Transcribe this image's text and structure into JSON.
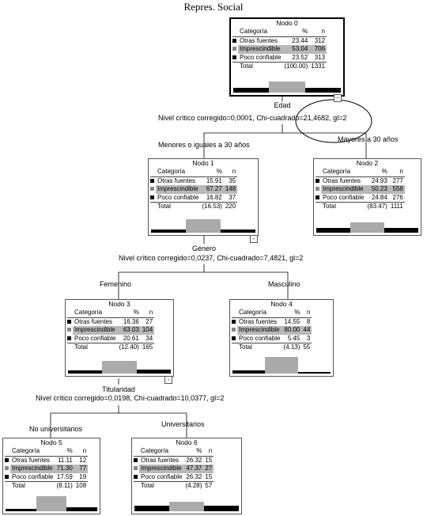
{
  "title": "Repres. Social",
  "header": {
    "category": "Categoría",
    "percent": "%",
    "n": "n",
    "total": "Total"
  },
  "categories": [
    "Otras fuentes",
    "Imprescindible",
    "Poco confiable"
  ],
  "nodes": [
    {
      "id": 0,
      "title": "Nodo 0",
      "pct": [
        "23.44",
        "53.04",
        "23.52"
      ],
      "n": [
        "312",
        "706",
        "313"
      ],
      "total_pct": "(100.00)",
      "total_n": "1331",
      "bar_values": [
        23.44,
        53.04,
        23.52
      ],
      "collapse": "-"
    },
    {
      "id": 1,
      "title": "Nodo 1",
      "pct": [
        "15.91",
        "67.27",
        "16.82"
      ],
      "n": [
        "35",
        "148",
        "37"
      ],
      "total_pct": "(16.53)",
      "total_n": "220",
      "bar_values": [
        15.91,
        67.27,
        16.82
      ],
      "collapse": "-"
    },
    {
      "id": 2,
      "title": "Nodo 2",
      "pct": [
        "24.93",
        "50.23",
        "24.84"
      ],
      "n": [
        "277",
        "558",
        "276"
      ],
      "total_pct": "(83.47)",
      "total_n": "1111",
      "bar_values": [
        24.93,
        50.23,
        24.84
      ]
    },
    {
      "id": 3,
      "title": "Nodo 3",
      "pct": [
        "16.36",
        "63.03",
        "20.61"
      ],
      "n": [
        "27",
        "104",
        "34"
      ],
      "total_pct": "(12.40)",
      "total_n": "165",
      "bar_values": [
        16.36,
        63.03,
        20.61
      ],
      "collapse": "-"
    },
    {
      "id": 4,
      "title": "Nodo 4",
      "pct": [
        "14.55",
        "80.00",
        "5.45"
      ],
      "n": [
        "8",
        "44",
        "3"
      ],
      "total_pct": "(4.13)",
      "total_n": "55",
      "bar_values": [
        14.55,
        80.0,
        5.45
      ]
    },
    {
      "id": 5,
      "title": "Nodo 5",
      "pct": [
        "11.11",
        "71.30",
        "17.59"
      ],
      "n": [
        "12",
        "77",
        "19"
      ],
      "total_pct": "(8.11)",
      "total_n": "108",
      "bar_values": [
        11.11,
        71.3,
        17.59
      ]
    },
    {
      "id": 6,
      "title": "Nodo 6",
      "pct": [
        "26.32",
        "47.37",
        "26.32"
      ],
      "n": [
        "15",
        "27",
        "15"
      ],
      "total_pct": "(4.28)",
      "total_n": "57",
      "bar_values": [
        26.32,
        47.37,
        26.32
      ]
    }
  ],
  "splits": [
    {
      "variable": "Edad",
      "stat": "Nivel crítico corregido=0,0001, Chi-cuadrado=21,4682, gl=2",
      "left_branch": "Menores o iguales a 30 años",
      "right_branch": "Mayores a 30 años"
    },
    {
      "variable": "Género",
      "stat": "Nivel crítico corregido=0,0237, Chi-cuadrado=7,4821, gl=2",
      "left_branch": "Femenino",
      "right_branch": "Masculino"
    },
    {
      "variable": "Titularidad",
      "stat": "Nivel crítico corregido=0,0198, Chi-cuadrado=10,0377, gl=2",
      "left_branch": "No universitarios",
      "right_branch": "Universitarios"
    }
  ],
  "colors": {
    "dark_bar": "#000000",
    "highlight_bar": "#aaaaaa",
    "highlight_row": "#b8b8b8"
  }
}
